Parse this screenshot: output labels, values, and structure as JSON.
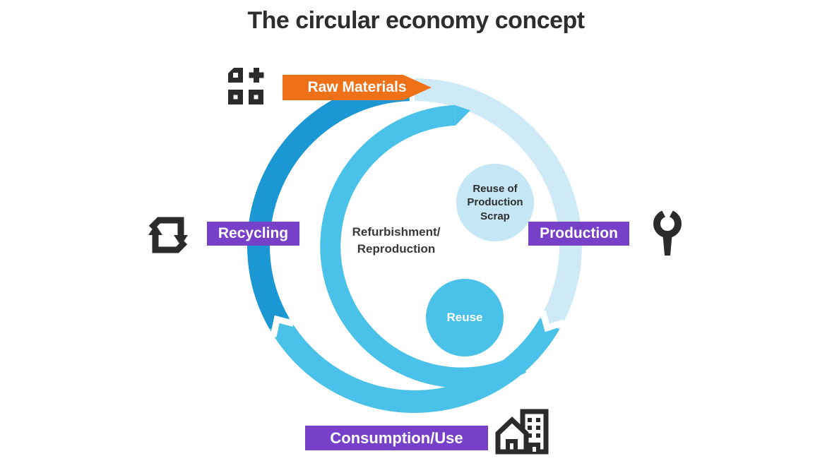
{
  "title": "The circular economy concept",
  "stages": {
    "raw_materials": {
      "label": "Raw Materials",
      "banner_color": "#ee7118",
      "icon": "building-blocks-plus-icon"
    },
    "production": {
      "label": "Production",
      "banner_color": "#7641c8",
      "icon": "wrench-icon"
    },
    "consumption": {
      "label": "Consumption/Use",
      "banner_color": "#7641c8",
      "icon": "house-and-building-icon"
    },
    "recycling": {
      "label": "Recycling",
      "banner_color": "#7641c8",
      "icon": "recycle-arrows-icon"
    }
  },
  "inner_loop": {
    "line1": "Refurbishment/",
    "line2": "Reproduction"
  },
  "bubbles": {
    "reuse_scrap": {
      "line1": "Reuse of",
      "line2": "Production",
      "line3": "Scrap",
      "color": "#c5e7f5"
    },
    "reuse": {
      "label": "Reuse",
      "color": "#4ac1e8"
    }
  },
  "colors": {
    "arc_raw_to_production": "#cfeaf7",
    "arc_consumption_use": "#4ac1e8",
    "arc_recycling": "#1b97d4",
    "arc_inner_loop": "#4ac1e8",
    "icon_ink": "#2b2b2b",
    "title_ink": "#2d2d2d",
    "background": "#ffffff"
  }
}
